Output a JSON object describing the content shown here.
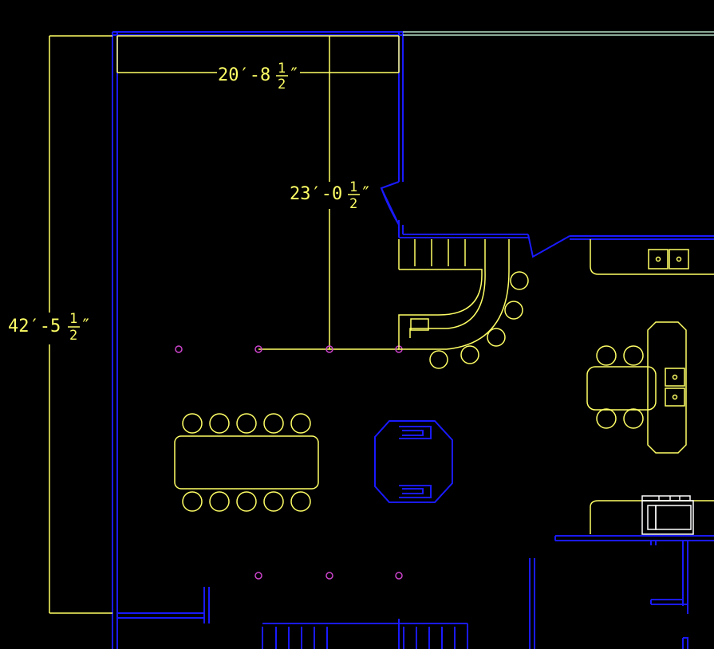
{
  "colors": {
    "background": "#000000",
    "wall": "#1a1aff",
    "dimension": "#ffff66",
    "furniture": "#ffff66",
    "marker": "#cc44cc",
    "fixture": "#ffffff",
    "exterior_line": "#b7e0c8"
  },
  "dimensions": {
    "width_top": {
      "whole": "20′-8",
      "num": "1",
      "den": "2",
      "unit": "″"
    },
    "room_depth": {
      "whole": "23′-0",
      "num": "1",
      "den": "2",
      "unit": "″"
    },
    "overall_length": {
      "whole": "42′-5",
      "num": "1",
      "den": "2",
      "unit": "″"
    }
  }
}
